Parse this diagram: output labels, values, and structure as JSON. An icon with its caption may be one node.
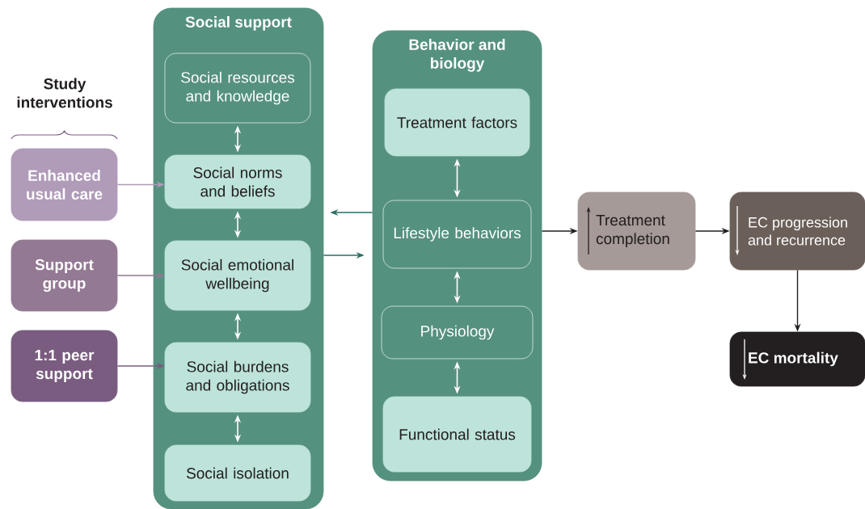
{
  "diagram": {
    "nodes": [
      {
        "text": [
          "Enhanced usual care"
        ]
      },
      {
        "text": [
          "Support group"
        ]
      },
      {
        "text": [
          "1:1 peer support"
        ]
      },
      {
        "text": [
          "Social support"
        ]
      },
      {
        "text": [
          "Social resources and knowledge"
        ],
        "in": 3
      },
      {
        "text": [
          "Social norms and beliefs"
        ],
        "in": 3
      },
      {
        "text": [
          "Social emotional wellbeing"
        ],
        "in": 3
      },
      {
        "text": [
          "Social burdens and obligations"
        ],
        "in": 3
      },
      {
        "text": [
          "Social isolation"
        ],
        "in": 3
      },
      {
        "text": [
          "Behavior and biology"
        ]
      },
      {
        "text": [
          "Treatment factors"
        ],
        "in": 9
      },
      {
        "text": [
          "Lifestyle behaviors"
        ],
        "in": 9
      },
      {
        "text": [
          "Physiology"
        ],
        "in": 9
      },
      {
        "text": [
          "Functional status"
        ],
        "in": 9
      },
      {
        "text": [
          "Treatment completion"
        ]
      },
      {
        "text": [
          "EC progression and recurrence"
        ]
      },
      {
        "text": [
          "EC mortality"
        ]
      }
    ],
    "edges": [
      {
        "from": 0,
        "to": 5,
        "arrow": "to",
        "color": "#b09bb9"
      },
      {
        "from": 1,
        "to": 6,
        "arrow": "to",
        "color": "#937993"
      },
      {
        "from": 2,
        "to": 7,
        "arrow": "to",
        "color": "#7a5c80"
      },
      {
        "from": 4,
        "to": 5,
        "arrow": "both"
      },
      {
        "from": 5,
        "to": 6,
        "arrow": "both"
      },
      {
        "from": 6,
        "to": 7,
        "arrow": "both"
      },
      {
        "from": 7,
        "to": 8,
        "arrow": "both"
      },
      {
        "from": 10,
        "to": 11,
        "arrow": "both"
      },
      {
        "from": 11,
        "to": 12,
        "arrow": "both"
      },
      {
        "from": 12,
        "to": 13,
        "arrow": "both"
      },
      {
        "from": 9,
        "to": 3,
        "arrow": "to",
        "color": "#2a6e62"
      },
      {
        "from": 3,
        "to": 9,
        "arrow": "to",
        "color": "#2a6e62"
      },
      {
        "from": 9,
        "to": 14,
        "arrow": "to",
        "color": "#231f20"
      },
      {
        "from": 14,
        "to": 15,
        "arrow": "to",
        "color": "#231f20"
      },
      {
        "from": 15,
        "to": 16,
        "arrow": "to",
        "color": "#231f20"
      }
    ],
    "labels": [
      "Study interventions"
    ]
  }
}
